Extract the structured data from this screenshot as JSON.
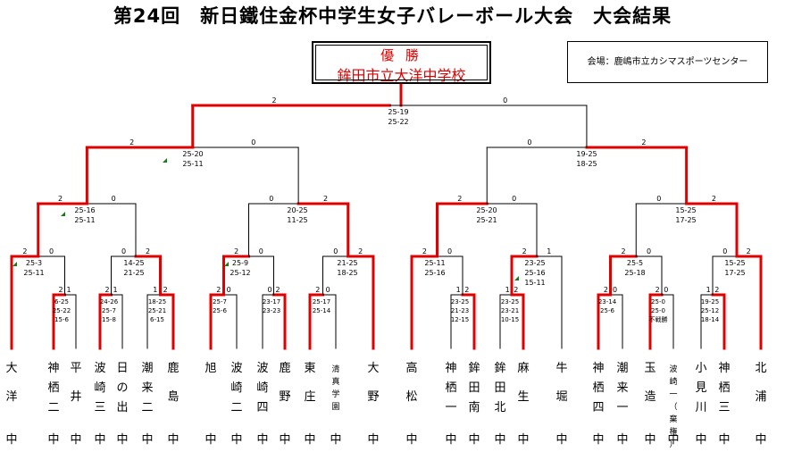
{
  "title": "第24回　新日鐵住金杯中学生女子バレーボール大会　大会結果",
  "champion": {
    "label": "優 勝",
    "name": "鉾田市立大洋中学校"
  },
  "venue": "会場：鹿嶋市立カシマスポーツセンター",
  "colors": {
    "win": "#e00000",
    "line": "#000000",
    "champion_text": "#e00000",
    "mark": "#1a7a1a"
  },
  "school_suffix": "中",
  "teams": [
    "大洋",
    "神栖二",
    "平井",
    "波崎三",
    "日の出",
    "潮来二",
    "鹿島",
    "旭",
    "波崎二",
    "波崎四",
    "鹿野",
    "東庄",
    "清真学園",
    "大野",
    "高松",
    "神栖一",
    "鉾田南",
    "鉾田北",
    "麻生",
    "牛堀",
    "神栖四",
    "潮来一",
    "玉造",
    "波崎一（棄権）",
    "小見川",
    "神栖三",
    "北浦"
  ],
  "matches": {
    "final": {
      "left_score": "2",
      "right_score": "0",
      "sets": [
        "25-19",
        "25-22"
      ]
    },
    "semi_left": {
      "left_score": "2",
      "right_score": "0",
      "sets": [
        "25-20",
        "25-11"
      ]
    },
    "semi_right": {
      "left_score": "0",
      "right_score": "2",
      "sets": [
        "19-25",
        "18-25"
      ]
    },
    "qf1": {
      "left_score": "2",
      "right_score": "0",
      "sets": [
        "25-16",
        "25-11"
      ]
    },
    "qf2": {
      "left_score": "0",
      "right_score": "2",
      "sets": [
        "20-25",
        "11-25"
      ]
    },
    "qf3": {
      "left_score": "2",
      "right_score": "0",
      "sets": [
        "25-20",
        "25-21"
      ]
    },
    "qf4": {
      "left_score": "0",
      "right_score": "2",
      "sets": [
        "15-25",
        "17-25"
      ]
    },
    "r2_1": {
      "left_score": "2",
      "right_score": "0",
      "sets": [
        "25-3",
        "25-11"
      ]
    },
    "r2_2": {
      "left_score": "0",
      "right_score": "2",
      "sets": [
        "14-25",
        "21-25"
      ]
    },
    "r2_3": {
      "left_score": "2",
      "right_score": "0",
      "sets": [
        "25-9",
        "25-12"
      ]
    },
    "r2_4": {
      "left_score": "0",
      "right_score": "2",
      "sets": [
        "21-25",
        "18-25"
      ]
    },
    "r2_5": {
      "left_score": "2",
      "right_score": "0",
      "sets": [
        "25-11",
        "25-16"
      ]
    },
    "r2_6": {
      "left_score": "2",
      "right_score": "1",
      "sets": [
        "23-25",
        "25-16",
        "15-11"
      ]
    },
    "r2_7": {
      "left_score": "2",
      "right_score": "0",
      "sets": [
        "25-5",
        "25-18"
      ]
    },
    "r2_8": {
      "left_score": "0",
      "right_score": "2",
      "sets": [
        "15-25",
        "17-25"
      ]
    },
    "r1_1": {
      "left_score": "2",
      "right_score": "1",
      "sets": [
        "6-25",
        "25-22",
        "15-6"
      ]
    },
    "r1_2": {
      "left_score": "2",
      "right_score": "1",
      "sets": [
        "24-26",
        "25-7",
        "15-8"
      ]
    },
    "r1_3": {
      "left_score": "1",
      "right_score": "2",
      "sets": [
        "18-25",
        "25-21",
        "6-15"
      ]
    },
    "r1_4": {
      "left_score": "2",
      "right_score": "0",
      "sets": [
        "25-7",
        "25-6"
      ]
    },
    "r1_5": {
      "left_score": "0",
      "right_score": "2",
      "sets": [
        "23-17",
        "23-23"
      ]
    },
    "r1_6": {
      "left_score": "2",
      "right_score": "0",
      "sets": [
        "25-17",
        "25-14"
      ]
    },
    "r1_7": {
      "left_score": "1",
      "right_score": "2",
      "sets": [
        "23-25",
        "21-23",
        "12-15"
      ]
    },
    "r1_8": {
      "left_score": "1",
      "right_score": "2",
      "sets": [
        "23-25",
        "23-21",
        "10-15"
      ]
    },
    "r1_9": {
      "left_score": "2",
      "right_score": "0",
      "sets": [
        "23-14",
        "25-6"
      ]
    },
    "r1_10": {
      "left_score": "2",
      "right_score": "0",
      "sets": [
        "25-0",
        "25-0",
        "不戦勝"
      ]
    },
    "r1_11": {
      "left_score": "1",
      "right_score": "2",
      "sets": [
        "19-25",
        "25-12",
        "18-14"
      ]
    }
  }
}
